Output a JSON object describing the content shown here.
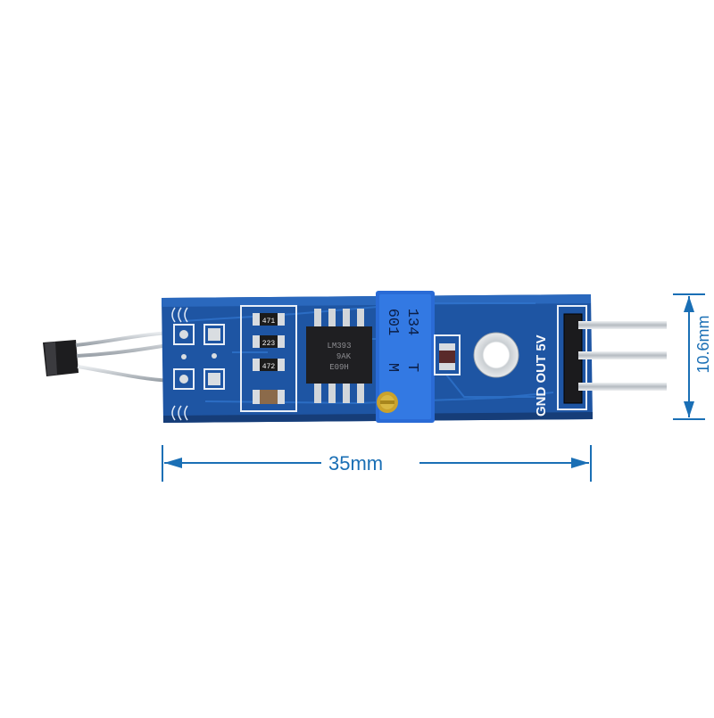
{
  "product": {
    "silk": {
      "r1": "471",
      "r2": "223",
      "r3": "472",
      "chip_line1": "LM393",
      "chip_line2": "9AK",
      "chip_line3": "E09H",
      "pot_line1": "134",
      "pot_line2": "T",
      "pot_line3": "601",
      "pot_line4": "M",
      "pins": "GND OUT 5V"
    }
  },
  "dimensions": {
    "width_label": "35mm",
    "height_label": "10.6mm"
  },
  "colors": {
    "pcb": "#1f57a8",
    "pcb_dark": "#163f7d",
    "pot": "#2d6ed8",
    "dimension": "#1a6fb5",
    "pin": "#c8ccd0",
    "sensor": "#222222"
  }
}
